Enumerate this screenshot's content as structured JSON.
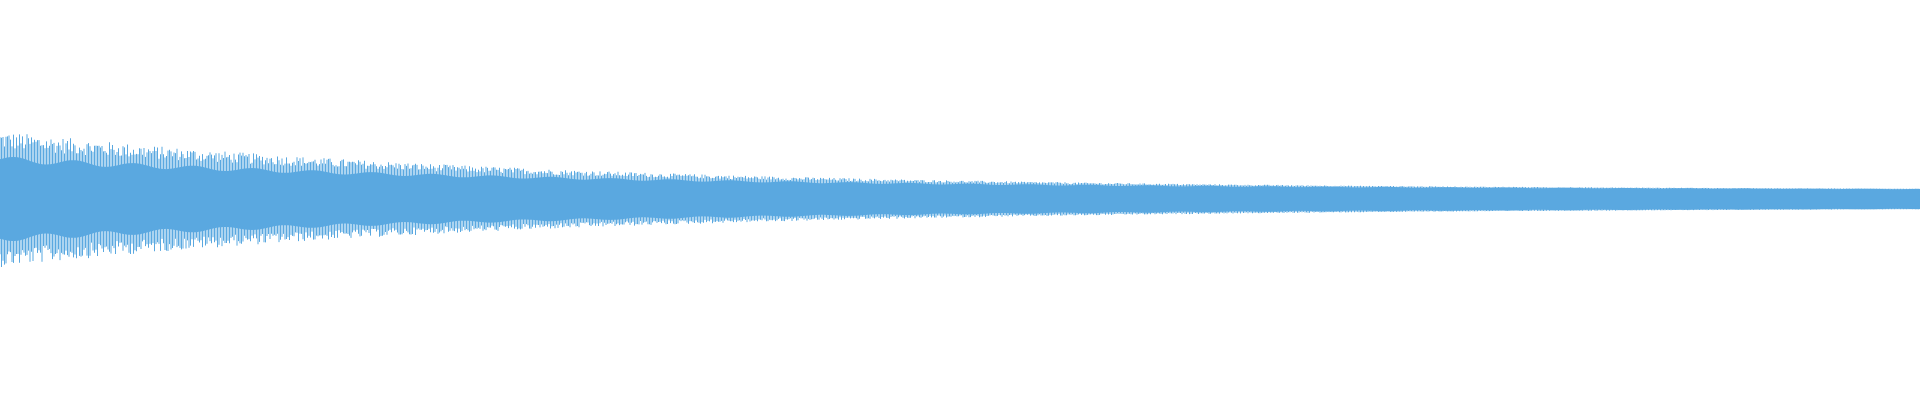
{
  "waveform": {
    "color": "#5aa8e0",
    "background": "#ffffff",
    "envelope": {
      "peak_amplitude_start": 0.55,
      "body_amplitude_start": 0.32,
      "amplitude_end": 0.07,
      "decay": "exponential"
    }
  }
}
